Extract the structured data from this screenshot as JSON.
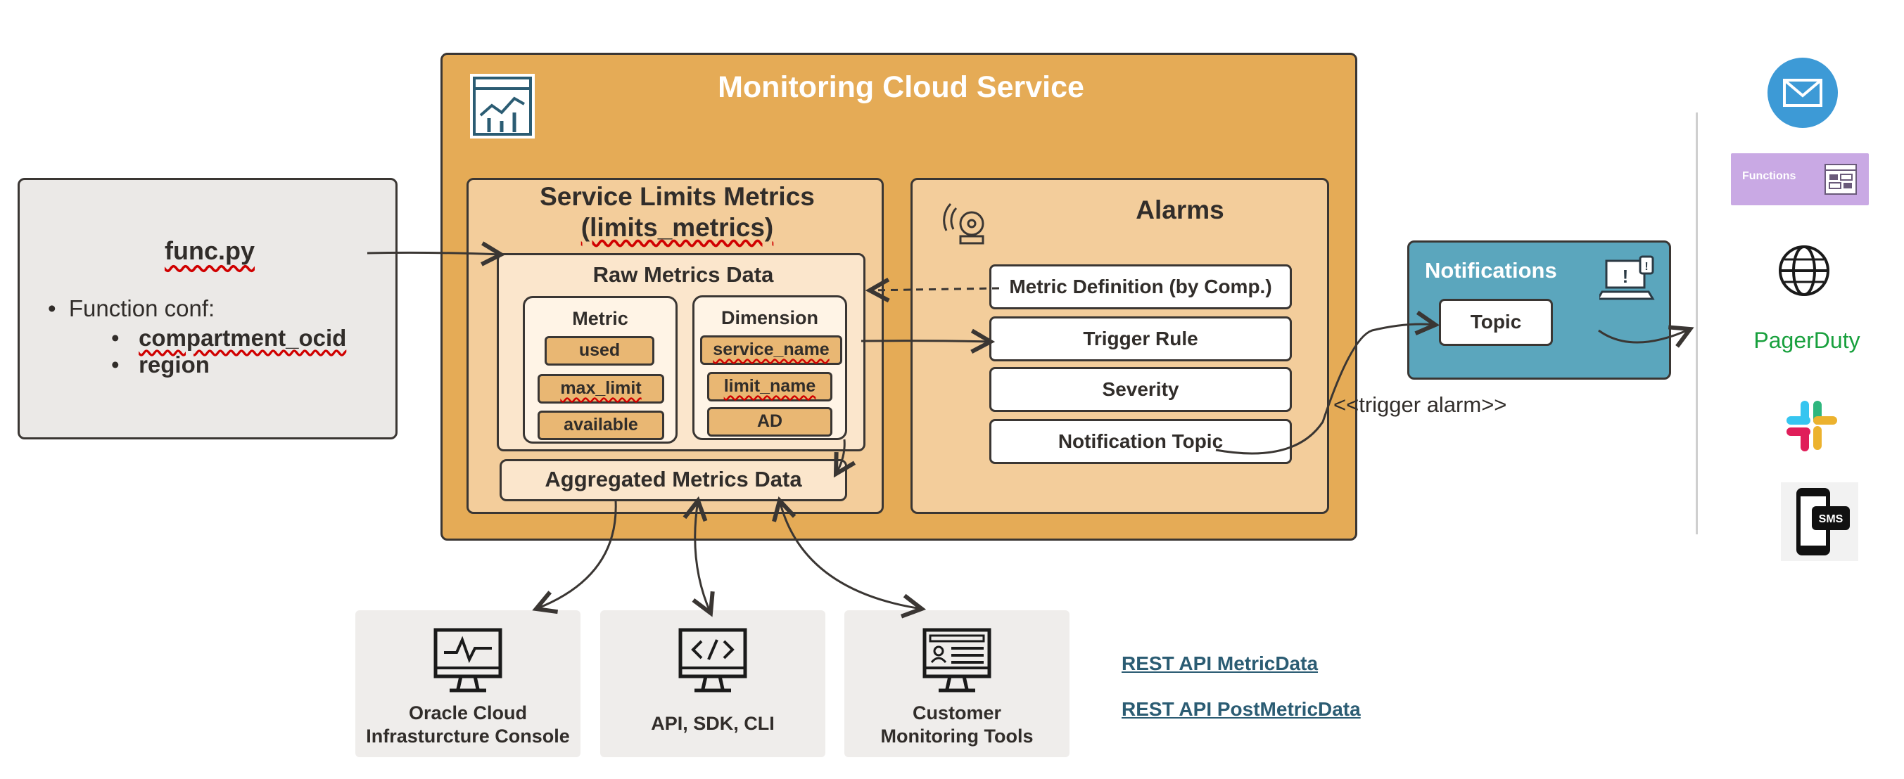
{
  "func": {
    "title": "func.py",
    "conf_label": "Function conf:",
    "items": [
      "compartment_ocid",
      "region"
    ]
  },
  "monitoring": {
    "title": "Monitoring Cloud Service",
    "service_limits": {
      "title_line1": "Service Limits Metrics",
      "title_line2": "(limits_metrics)",
      "raw_title": "Raw Metrics Data",
      "metric_title": "Metric",
      "metric_items": [
        "used",
        "max_limit",
        "available"
      ],
      "dimension_title": "Dimension",
      "dimension_items": [
        "service_name",
        "limit_name",
        "AD"
      ],
      "aggregated_title": "Aggregated Metrics Data"
    },
    "alarms": {
      "title": "Alarms",
      "rows": [
        "Metric Definition (by Comp.)",
        "Trigger Rule",
        "Severity",
        "Notification Topic"
      ]
    }
  },
  "notifications": {
    "title": "Notifications",
    "topic": "Topic",
    "trigger_label": "<<trigger alarm>>"
  },
  "endpoints": {
    "functions_label": "Functions",
    "pagerduty_label": "PagerDuty",
    "icons": [
      "email-icon",
      "functions-icon",
      "globe-icon",
      "pagerduty",
      "slack-icon",
      "sms-icon"
    ]
  },
  "tools": [
    {
      "line1": "Oracle Cloud",
      "line2": "Infrasturcture Console",
      "icon": "monitor-pulse-icon"
    },
    {
      "line1": "API, SDK, CLI",
      "line2": "",
      "icon": "monitor-code-icon"
    },
    {
      "line1": "Customer",
      "line2": "Monitoring Tools",
      "icon": "monitor-dashboard-icon"
    }
  ],
  "links": {
    "metric_data": "REST API MetricData",
    "post_metric_data": "REST API PostMetricData"
  },
  "colors": {
    "monitoring_bg": "#e5ab56",
    "panel_bg": "#f3cd9b",
    "notifications_bg": "#5ba6bd",
    "functions_bg": "#c9a9e4",
    "pagerduty": "#18a03d",
    "link": "#2b5c73"
  }
}
